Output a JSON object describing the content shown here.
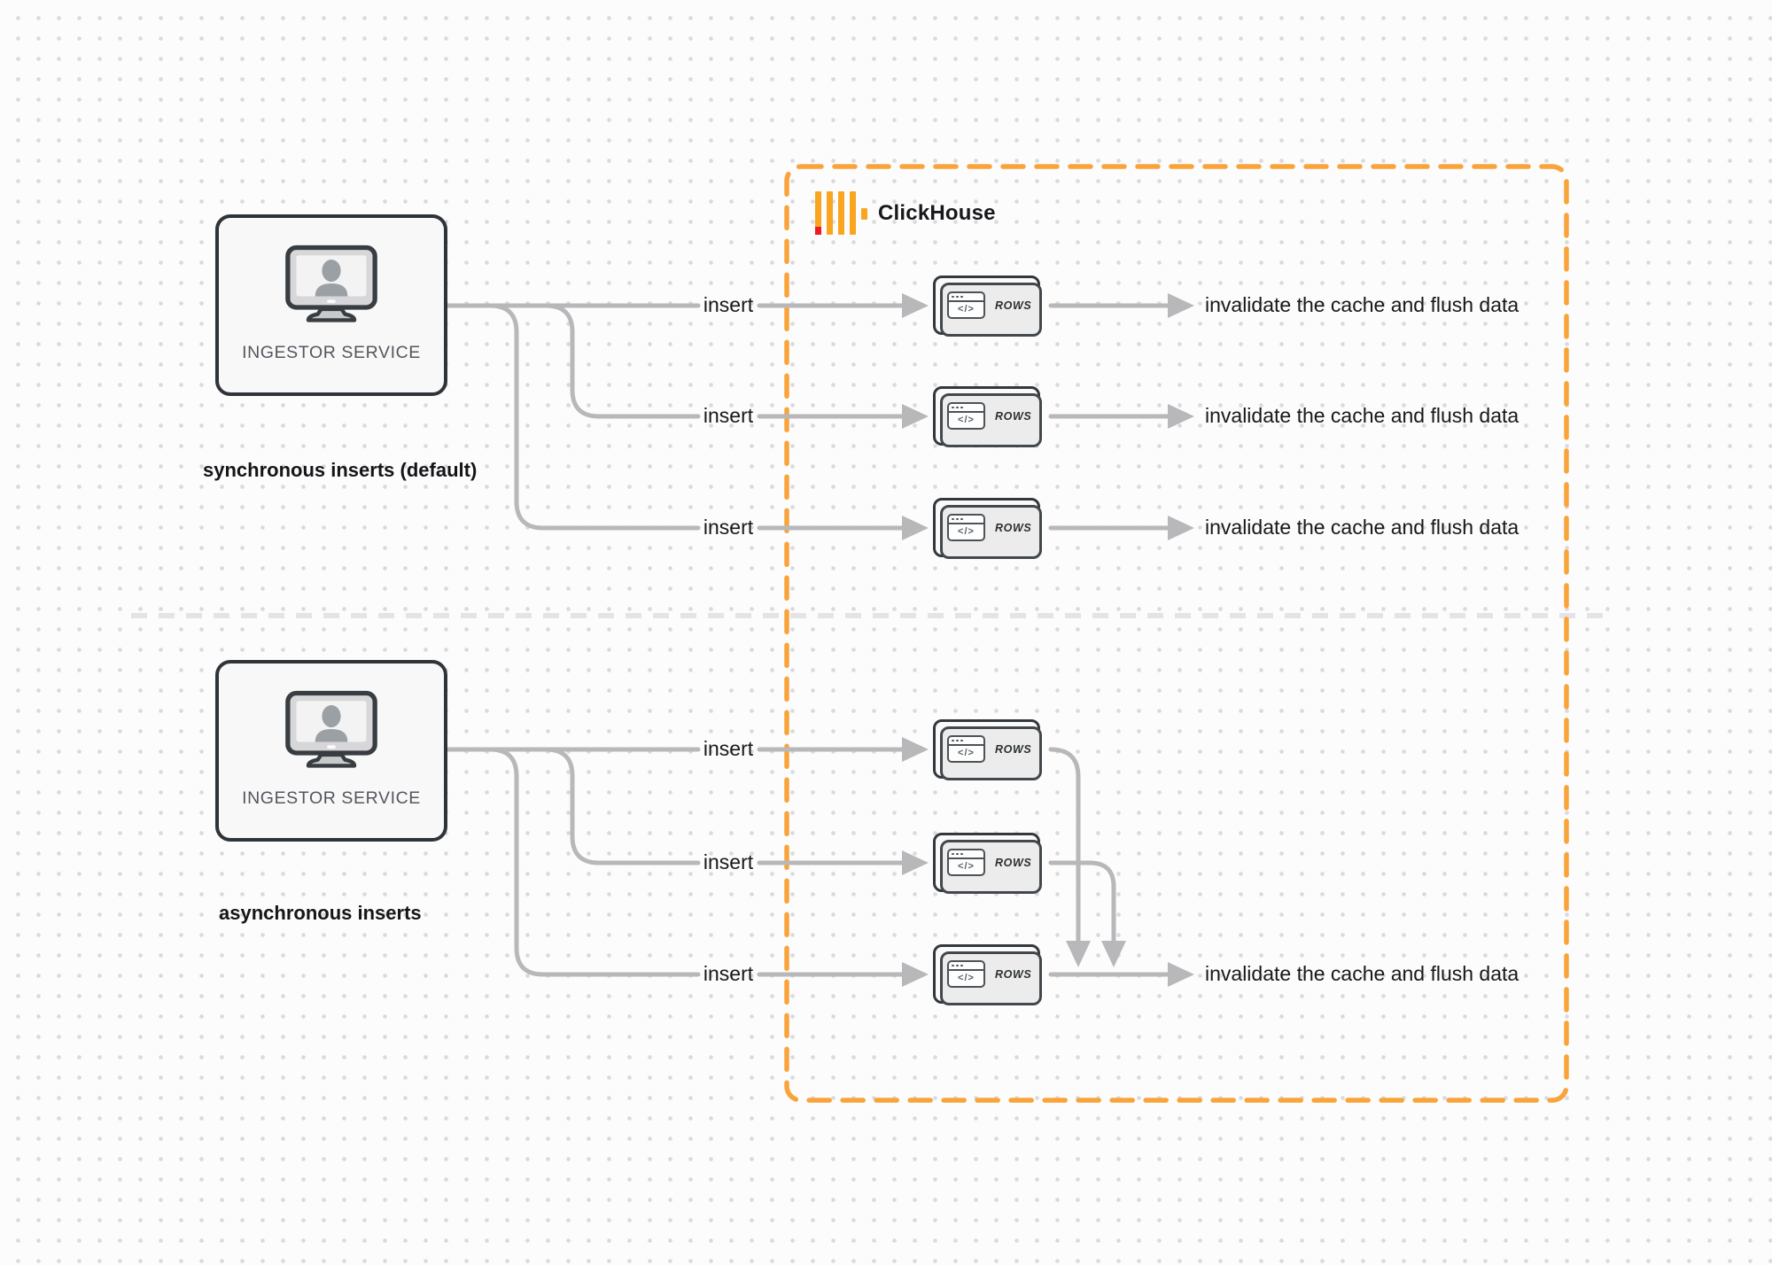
{
  "clickhouse": {
    "name": "ClickHouse"
  },
  "ingestor": {
    "label": "INGESTOR SERVICE"
  },
  "sections": {
    "sync": {
      "caption": "synchronous inserts (default)"
    },
    "async": {
      "caption": "asynchronous inserts"
    }
  },
  "labels": {
    "insert": "insert",
    "rows": "ROWS",
    "result": "invalidate the cache and flush data",
    "window_glyph": "</>"
  },
  "colors": {
    "accent_orange": "#F9A43B",
    "logo_bar_yellow": "#FAA520",
    "logo_red": "#EE1B24",
    "connector_gray": "#B8B8BA",
    "divider_gray": "#E4E4E7",
    "box_border_dark": "#2F3439",
    "text_dark": "#17181A"
  }
}
